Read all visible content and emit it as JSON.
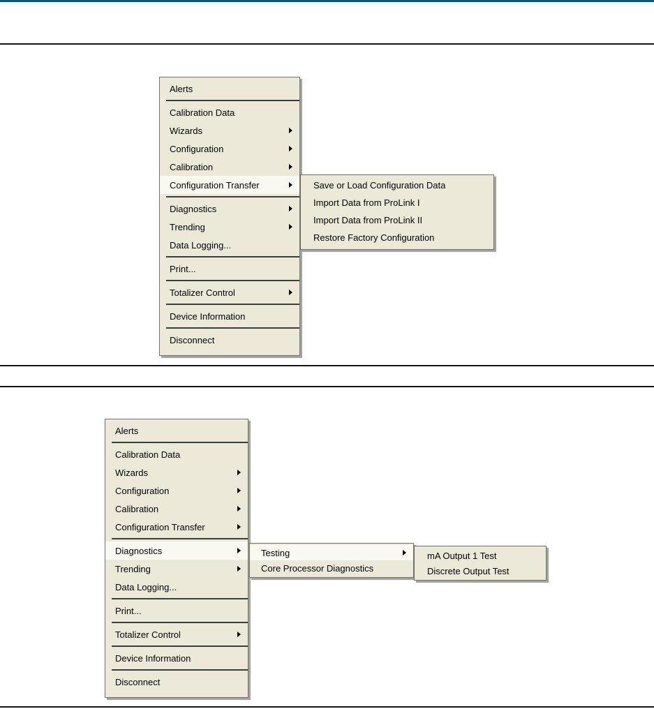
{
  "page": {
    "top_bar_color": "#10567F",
    "rule_color": "#141414",
    "background": "#FFFFFF"
  },
  "colors": {
    "menu_bg": "#ECE9D8",
    "menu_border": "#71716A",
    "menu_highlight": "#FAF9F1",
    "separator": "#3D3D3B",
    "text": "#000000"
  },
  "figure1": {
    "menu": {
      "items": [
        {
          "type": "item",
          "label": "Alerts"
        },
        {
          "type": "separator"
        },
        {
          "type": "item",
          "label": "Calibration Data"
        },
        {
          "type": "item",
          "label": "Wizards",
          "arrow": true
        },
        {
          "type": "item",
          "label": "Configuration",
          "arrow": true
        },
        {
          "type": "item",
          "label": "Calibration",
          "arrow": true
        },
        {
          "type": "item",
          "label": "Configuration Transfer",
          "arrow": true,
          "highlighted": true
        },
        {
          "type": "separator"
        },
        {
          "type": "item",
          "label": "Diagnostics",
          "arrow": true
        },
        {
          "type": "item",
          "label": "Trending",
          "arrow": true
        },
        {
          "type": "item",
          "label": "Data Logging..."
        },
        {
          "type": "separator"
        },
        {
          "type": "item",
          "label": "Print..."
        },
        {
          "type": "separator"
        },
        {
          "type": "item",
          "label": "Totalizer Control",
          "arrow": true
        },
        {
          "type": "separator"
        },
        {
          "type": "item",
          "label": "Device Information"
        },
        {
          "type": "separator"
        },
        {
          "type": "item",
          "label": "Disconnect"
        }
      ]
    },
    "submenu": {
      "items": [
        {
          "type": "item",
          "label": "Save or Load Configuration Data"
        },
        {
          "type": "item",
          "label": "Import Data from ProLink I"
        },
        {
          "type": "item",
          "label": "Import Data from ProLink II"
        },
        {
          "type": "item",
          "label": "Restore Factory Configuration"
        }
      ]
    }
  },
  "figure2": {
    "menu": {
      "items": [
        {
          "type": "item",
          "label": "Alerts"
        },
        {
          "type": "separator"
        },
        {
          "type": "item",
          "label": "Calibration Data"
        },
        {
          "type": "item",
          "label": "Wizards",
          "arrow": true
        },
        {
          "type": "item",
          "label": "Configuration",
          "arrow": true
        },
        {
          "type": "item",
          "label": "Calibration",
          "arrow": true
        },
        {
          "type": "item",
          "label": "Configuration Transfer",
          "arrow": true
        },
        {
          "type": "separator"
        },
        {
          "type": "item",
          "label": "Diagnostics",
          "arrow": true,
          "highlighted": true
        },
        {
          "type": "item",
          "label": "Trending",
          "arrow": true
        },
        {
          "type": "item",
          "label": "Data Logging..."
        },
        {
          "type": "separator"
        },
        {
          "type": "item",
          "label": "Print..."
        },
        {
          "type": "separator"
        },
        {
          "type": "item",
          "label": "Totalizer Control",
          "arrow": true
        },
        {
          "type": "separator"
        },
        {
          "type": "item",
          "label": "Device Information"
        },
        {
          "type": "separator"
        },
        {
          "type": "item",
          "label": "Disconnect"
        }
      ]
    },
    "submenu_level2": {
      "items": [
        {
          "type": "item",
          "label": "Testing",
          "arrow": true,
          "highlighted": true
        },
        {
          "type": "item",
          "label": "Core Processor Diagnostics"
        }
      ]
    },
    "submenu_level3": {
      "items": [
        {
          "type": "item",
          "label": "mA Output 1 Test"
        },
        {
          "type": "item",
          "label": "Discrete Output Test"
        }
      ]
    }
  }
}
